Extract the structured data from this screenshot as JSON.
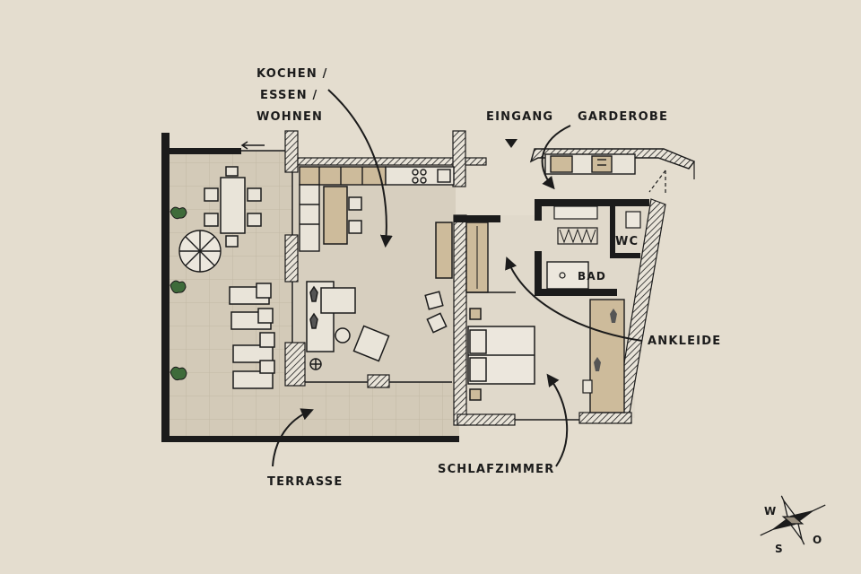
{
  "labels": {
    "kochen": "KOCHEN /",
    "essen": "ESSEN /",
    "wohnen": "WOHNEN",
    "eingang": "EINGANG",
    "garderobe": "GARDEROBE",
    "wc": "WC",
    "bad": "BAD",
    "ankleide": "ANKLEIDE",
    "terrasse": "TERRASSE",
    "schlafzimmer": "SCHLAFZIMMER"
  },
  "compass": {
    "west": "W",
    "south": "S",
    "east": "O"
  },
  "colors": {
    "paper": "#e4ddcf",
    "floor": "#d7cfbf",
    "terrace_tile": "#cfc6b4",
    "wall": "#1b1b1b",
    "wood": "#cdbb9b",
    "furniture": "#e9e4d9",
    "plant": "#3e6b3a"
  }
}
